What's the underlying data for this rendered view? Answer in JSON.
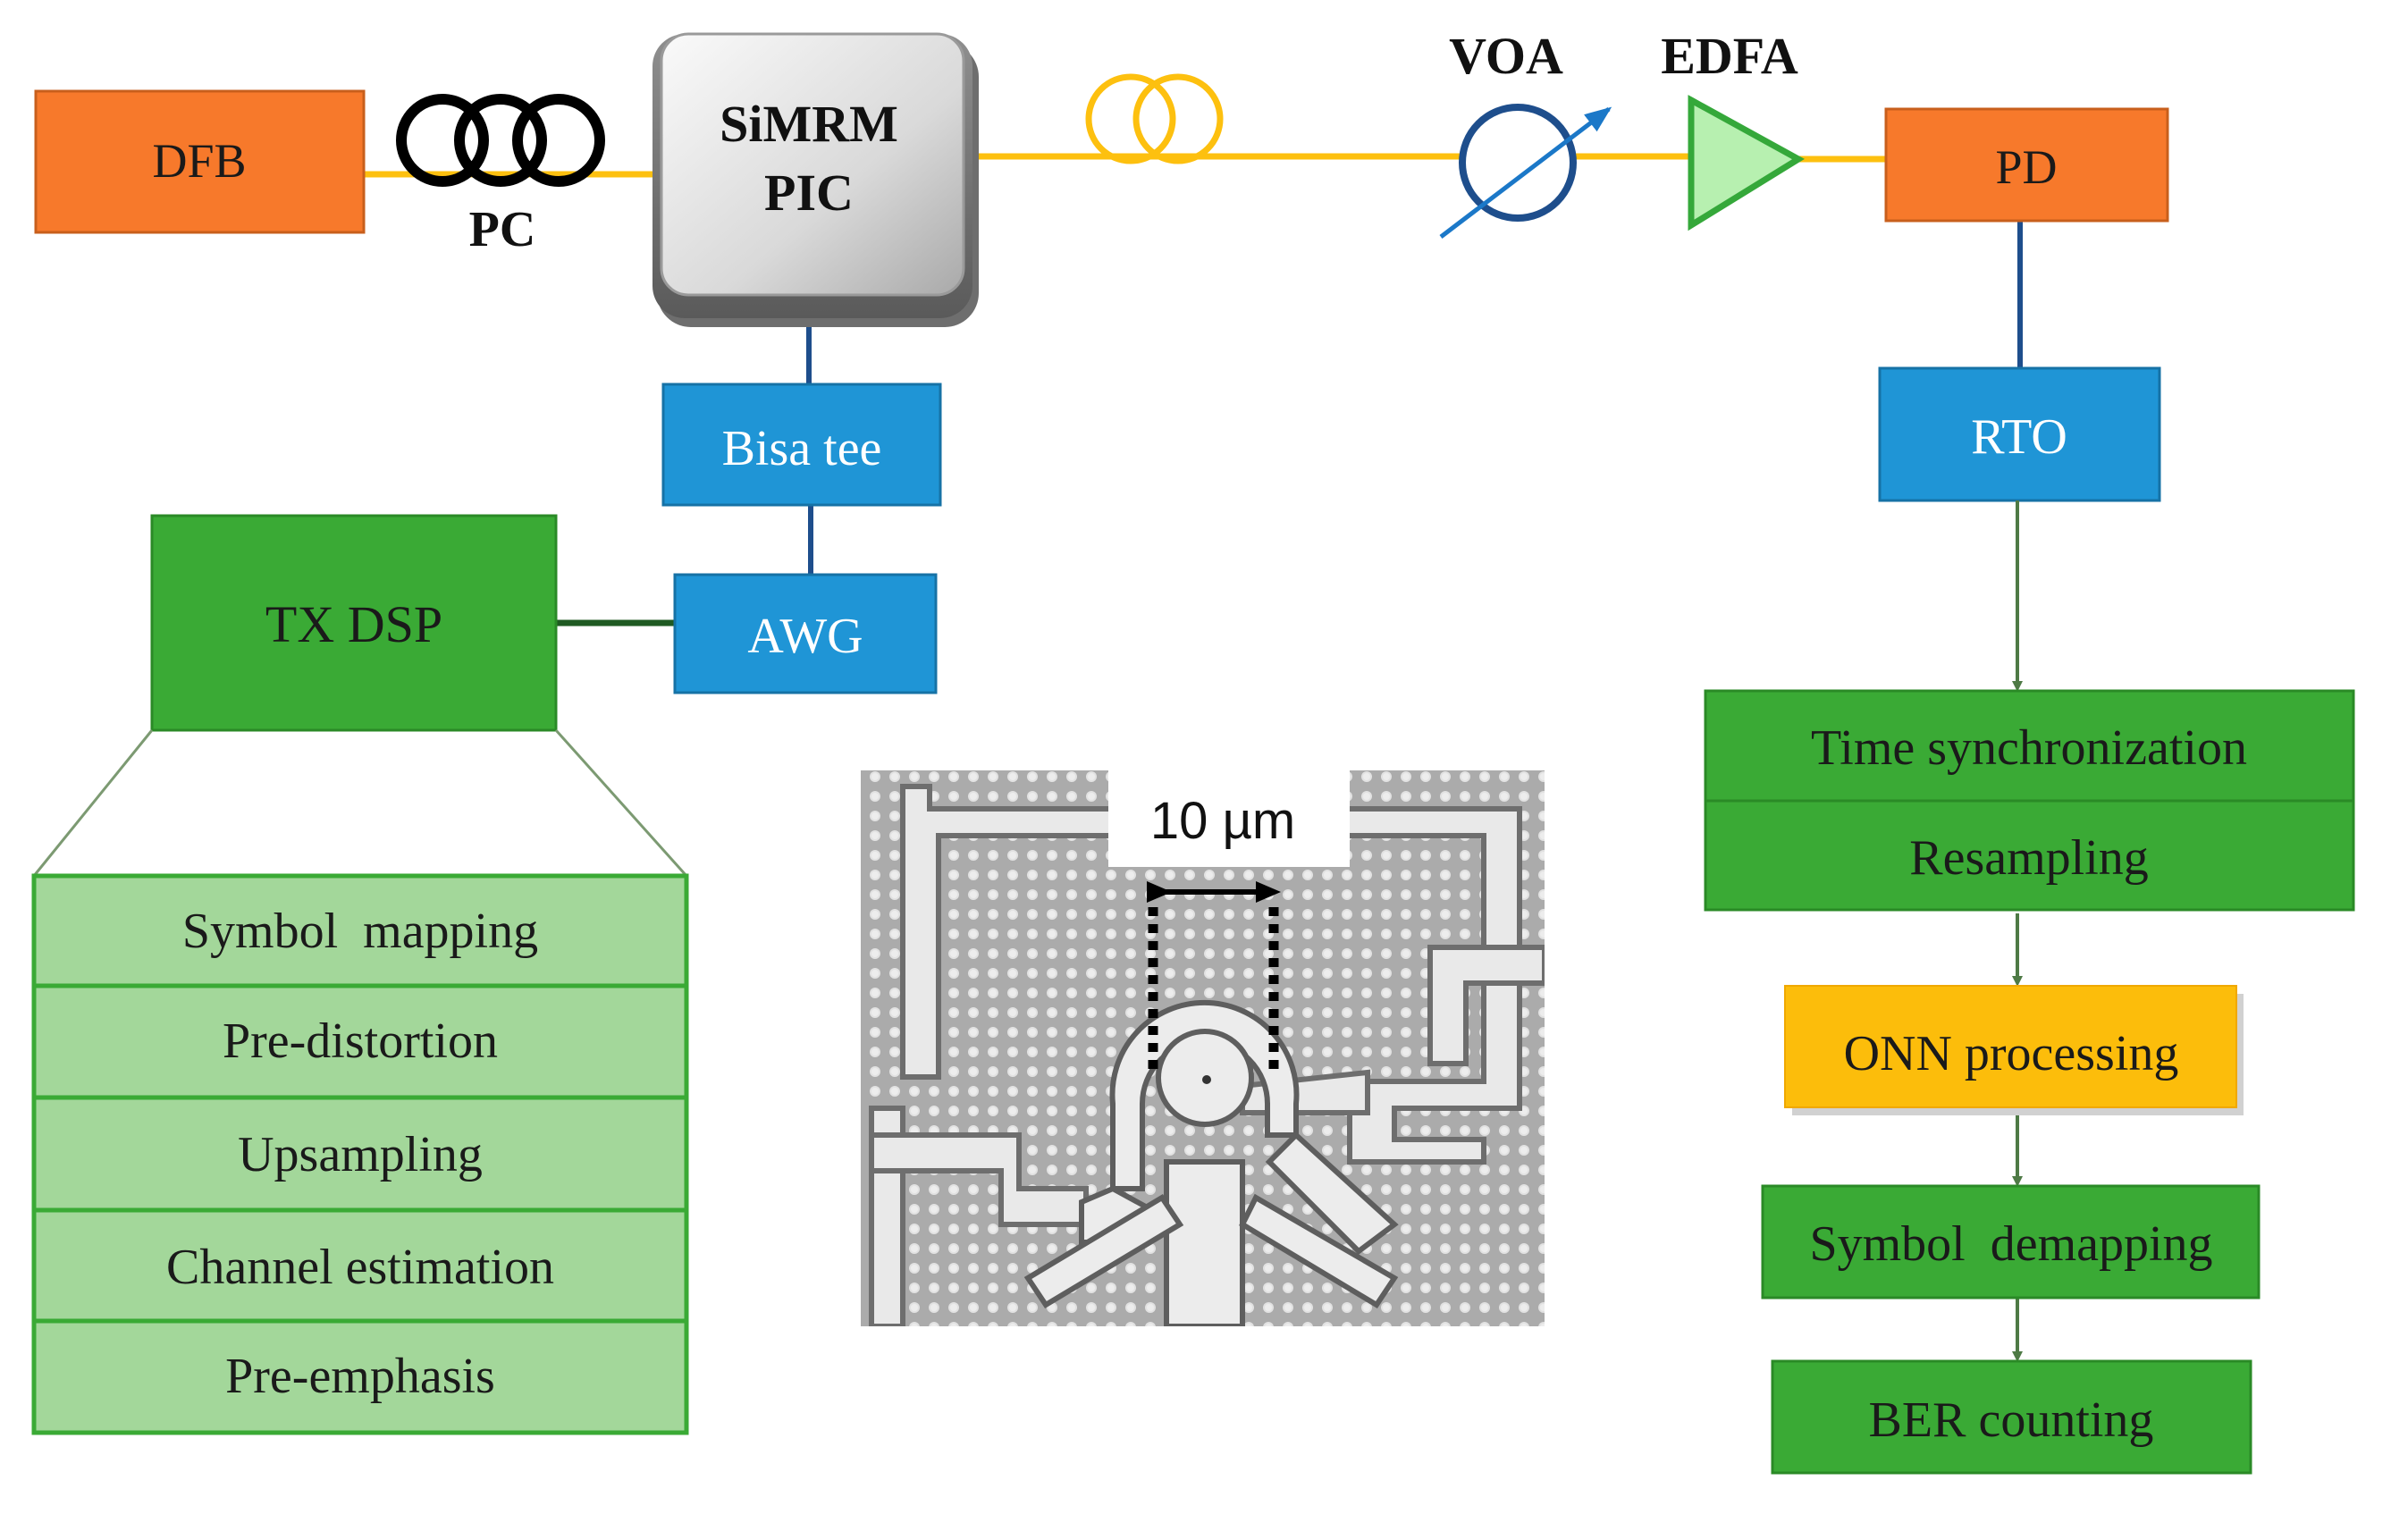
{
  "colors": {
    "laser_orange": "#f7792b",
    "instrument_blue": "#1f95d6",
    "dsp_green": "#3aaa35",
    "dsp_green_light": "#a3d79a",
    "onn_yellow": "#fcbd0b",
    "fiber_yellow": "#fdc00f",
    "electrical_blue": "#1e4e8c",
    "edfa_green": "#b7f0b0"
  },
  "transmitter": {
    "dfb_label": "DFB",
    "pc_label": "PC",
    "chip_label_line1": "SiMRM",
    "chip_label_line2": "PIC",
    "bias_tee_label": "Bisa tee",
    "awg_label": "AWG"
  },
  "link": {
    "voa_label": "VOA",
    "edfa_label": "EDFA"
  },
  "receiver": {
    "pd_label": "PD",
    "rto_label": "RTO"
  },
  "tx_dsp": {
    "title": "TX DSP",
    "steps": [
      "Symbol  mapping",
      "Pre-distortion",
      "Upsampling",
      "Channel estimation",
      "Pre-emphasis"
    ]
  },
  "rx_dsp": {
    "block1": [
      "Time synchronization",
      "Resampling"
    ],
    "onn_label": "ONN processing",
    "demap_label": "Symbol  demapping",
    "ber_label": "BER counting"
  },
  "micrograph": {
    "scale_label": "10 µm"
  }
}
